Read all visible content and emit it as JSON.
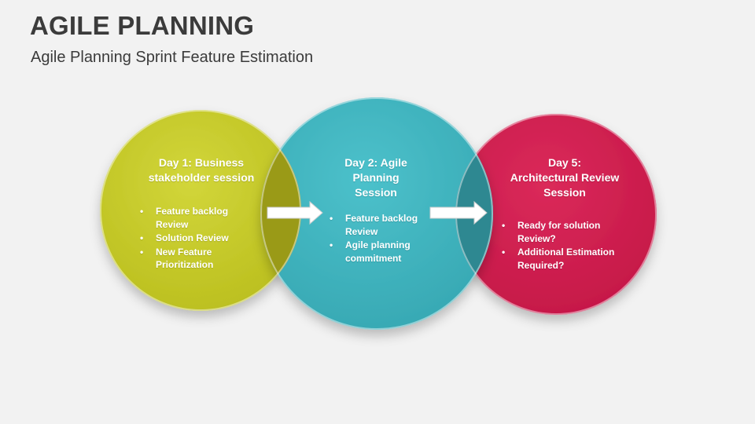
{
  "header": {
    "title": "AGILE PLANNING",
    "subtitle": "Agile Planning Sprint Feature Estimation"
  },
  "colors": {
    "stage1": "#c4c824",
    "stage2": "#3fb4bf",
    "stage3": "#d11d4e",
    "overlap1": "#9a9a17",
    "overlap2": "#2e8891",
    "arrow": "#ffffff"
  },
  "stages": [
    {
      "heading_line1": "Day 1: Business",
      "heading_line2": "stakeholder session",
      "bullets": [
        "Feature backlog Review",
        "Solution Review",
        "New Feature Prioritization"
      ]
    },
    {
      "heading_line1": "Day 2: Agile",
      "heading_line2": "Planning",
      "heading_line3": "Session",
      "bullets": [
        "Feature backlog Review",
        "Agile planning commitment"
      ]
    },
    {
      "heading_line1": "Day 5:",
      "heading_line2": "Architectural  Review",
      "heading_line3": "Session",
      "bullets": [
        "Ready for solution Review?",
        "Additional Estimation Required?"
      ]
    }
  ],
  "connectors": [
    "arrow-right-icon",
    "arrow-right-icon"
  ]
}
